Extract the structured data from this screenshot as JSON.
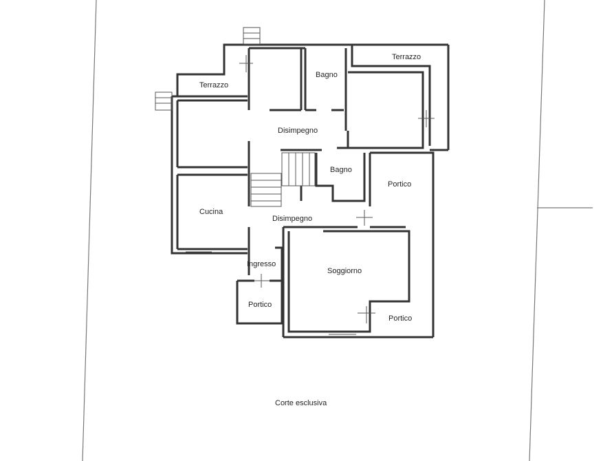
{
  "rooms": {
    "terrazzo_top": "Terrazzo",
    "terrazzo_left": "Terrazzo",
    "bagno_top": "Bagno",
    "disimpegno_top": "Disimpegno",
    "bagno_mid": "Bagno",
    "portico_right": "Portico",
    "cucina": "Cucina",
    "disimpegno_mid": "Disimpegno",
    "ingresso": "Ingresso",
    "soggiorno": "Soggiorno",
    "portico_left": "Portico",
    "portico_bottom": "Portico"
  },
  "site": {
    "corte": "Corte esclusiva"
  }
}
